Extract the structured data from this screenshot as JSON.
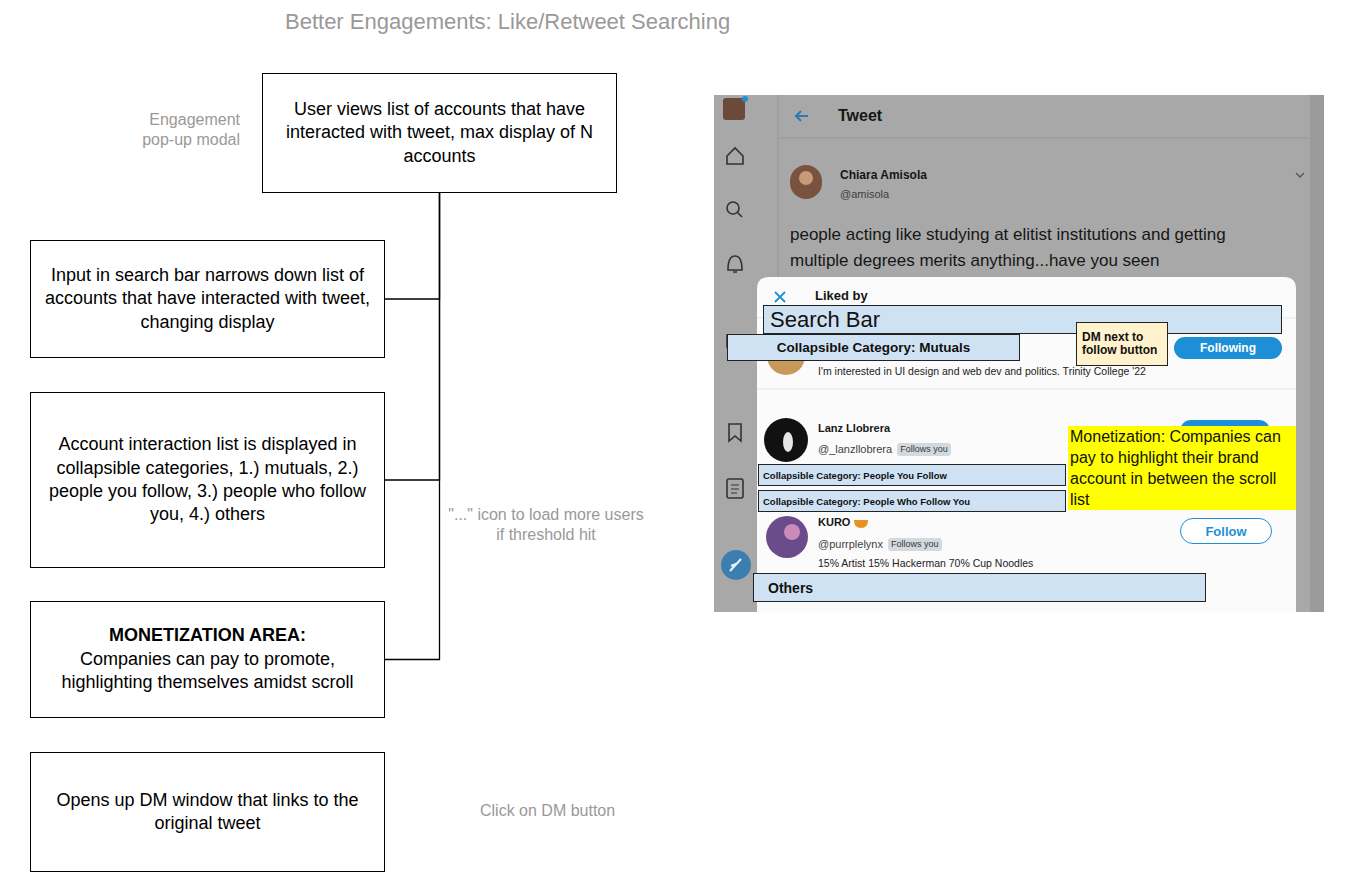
{
  "diagram": {
    "title": "Better Engagements: Like/Retweet Searching",
    "nodes": [
      {
        "text": [
          "User views list of accounts that have interacted with tweet, max display of N accounts"
        ]
      },
      {
        "text": [
          "Input in search bar narrows down list of accounts that have interacted with tweet, changing display"
        ]
      },
      {
        "text": [
          "Account interaction list is displayed in collapsible categories, 1.) mutuals, 2.) people you follow, 3.) people who follow you, 4.) others"
        ]
      },
      {
        "text": [
          "MONETIZATION AREA:",
          "Companies can pay to promote, highlighting themselves amidst scroll"
        ]
      },
      {
        "text": [
          "Opens up DM window that links to the original tweet"
        ]
      },
      {
        "text": [
          "Search Bar"
        ]
      },
      {
        "text": [
          "Collapsible Category: Mutuals"
        ]
      },
      {
        "text": [
          "DM next to follow button"
        ]
      },
      {
        "text": [
          "Following"
        ]
      },
      {
        "text": [
          "Monetization: Companies can pay to highlight their brand account in between the scroll list"
        ]
      },
      {
        "text": [
          "Follows you"
        ]
      },
      {
        "text": [
          "Collapsible Category: People You Follow"
        ]
      },
      {
        "text": [
          "Collapsible Category: People Who Follow You"
        ]
      },
      {
        "text": [
          "Follow"
        ]
      },
      {
        "text": [
          "Follows you"
        ]
      },
      {
        "text": [
          "Others"
        ]
      }
    ],
    "edges": [
      {
        "from": 0,
        "to": 1,
        "arrow": "none"
      },
      {
        "from": 0,
        "to": 2,
        "arrow": "none"
      },
      {
        "from": 0,
        "to": 3,
        "arrow": "none"
      }
    ],
    "labels": [
      "Engagement pop-up modal",
      "\"...\" icon to load more users if threshold hit",
      "Click on DM button",
      "Tweet",
      "Chiara Amisola",
      "@amisola",
      "people acting like studying at elitist institutions and getting multiple degrees merits anything...have you seen",
      "Liked by",
      "I'm interested in UI design and web dev and politics. Trinity College '22",
      "Lanz Llobrera",
      "@_lanzllobrera",
      "KURO",
      "@purrplelynx",
      "15% Artist 15% Hackerman 70% Cup Noodles"
    ]
  }
}
